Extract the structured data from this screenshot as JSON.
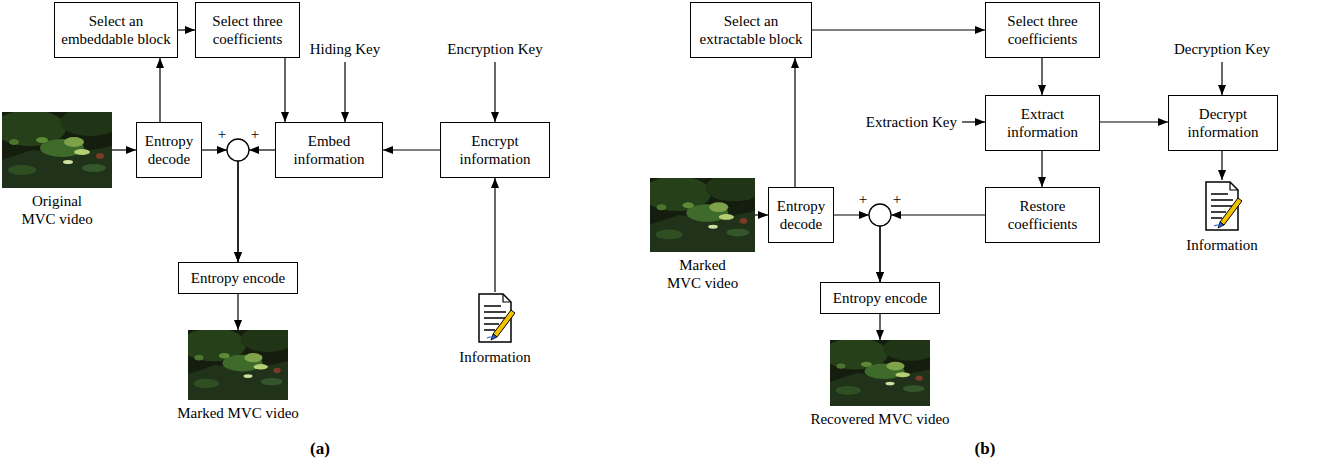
{
  "diagram": {
    "nodes": [
      {
        "text": [
          "Select an embeddable block"
        ]
      },
      {
        "text": [
          "Select three coefficients"
        ]
      },
      {
        "text": [
          "Original MVC video"
        ]
      },
      {
        "text": [
          "Entropy decode"
        ]
      },
      {
        "text": [
          "Embed information"
        ]
      },
      {
        "text": [
          "Encrypt information"
        ]
      },
      {
        "text": [
          "Entropy encode"
        ]
      },
      {
        "text": [
          "Information"
        ]
      },
      {
        "text": [
          "Marked MVC video"
        ]
      },
      {
        "text": [
          "Select an extractable block"
        ]
      },
      {
        "text": [
          "Select three coefficients"
        ]
      },
      {
        "text": [
          "Extract information"
        ]
      },
      {
        "text": [
          "Decrypt information"
        ]
      },
      {
        "text": [
          "Marked MVC video"
        ]
      },
      {
        "text": [
          "Entropy decode"
        ]
      },
      {
        "text": [
          "Restore coefficients"
        ]
      },
      {
        "text": [
          "Information"
        ]
      },
      {
        "text": [
          "Entropy encode"
        ]
      },
      {
        "text": [
          "Recovered MVC video"
        ]
      }
    ],
    "edges": [
      {
        "from": 3,
        "to": 0,
        "arrow": "to"
      },
      {
        "from": 0,
        "to": 1,
        "arrow": "to"
      },
      {
        "from": 1,
        "to": 4,
        "arrow": "to"
      },
      {
        "from": 2,
        "to": 3,
        "arrow": "to"
      },
      {
        "from": 3,
        "to": 6,
        "arrow": "to"
      },
      {
        "from": 4,
        "to": 6,
        "arrow": "to"
      },
      {
        "from": 5,
        "to": 4,
        "arrow": "to"
      },
      {
        "from": 7,
        "to": 5,
        "arrow": "to"
      },
      {
        "from": 6,
        "to": 8,
        "arrow": "to"
      },
      {
        "from": 14,
        "to": 9,
        "arrow": "to"
      },
      {
        "from": 9,
        "to": 10,
        "arrow": "to"
      },
      {
        "from": 10,
        "to": 11,
        "arrow": "to"
      },
      {
        "from": 11,
        "to": 12,
        "arrow": "to"
      },
      {
        "from": 12,
        "to": 16,
        "arrow": "to"
      },
      {
        "from": 11,
        "to": 15,
        "arrow": "to"
      },
      {
        "from": 13,
        "to": 14,
        "arrow": "to"
      },
      {
        "from": 14,
        "to": 17,
        "arrow": "to"
      },
      {
        "from": 15,
        "to": 17,
        "arrow": "to"
      },
      {
        "from": 17,
        "to": 18,
        "arrow": "to"
      }
    ],
    "labels": [
      "Hiding Key",
      "Encryption Key",
      "+",
      "+",
      "(a)",
      "Extraction Key",
      "Decryption Key",
      "+",
      "+",
      "(b)"
    ]
  }
}
